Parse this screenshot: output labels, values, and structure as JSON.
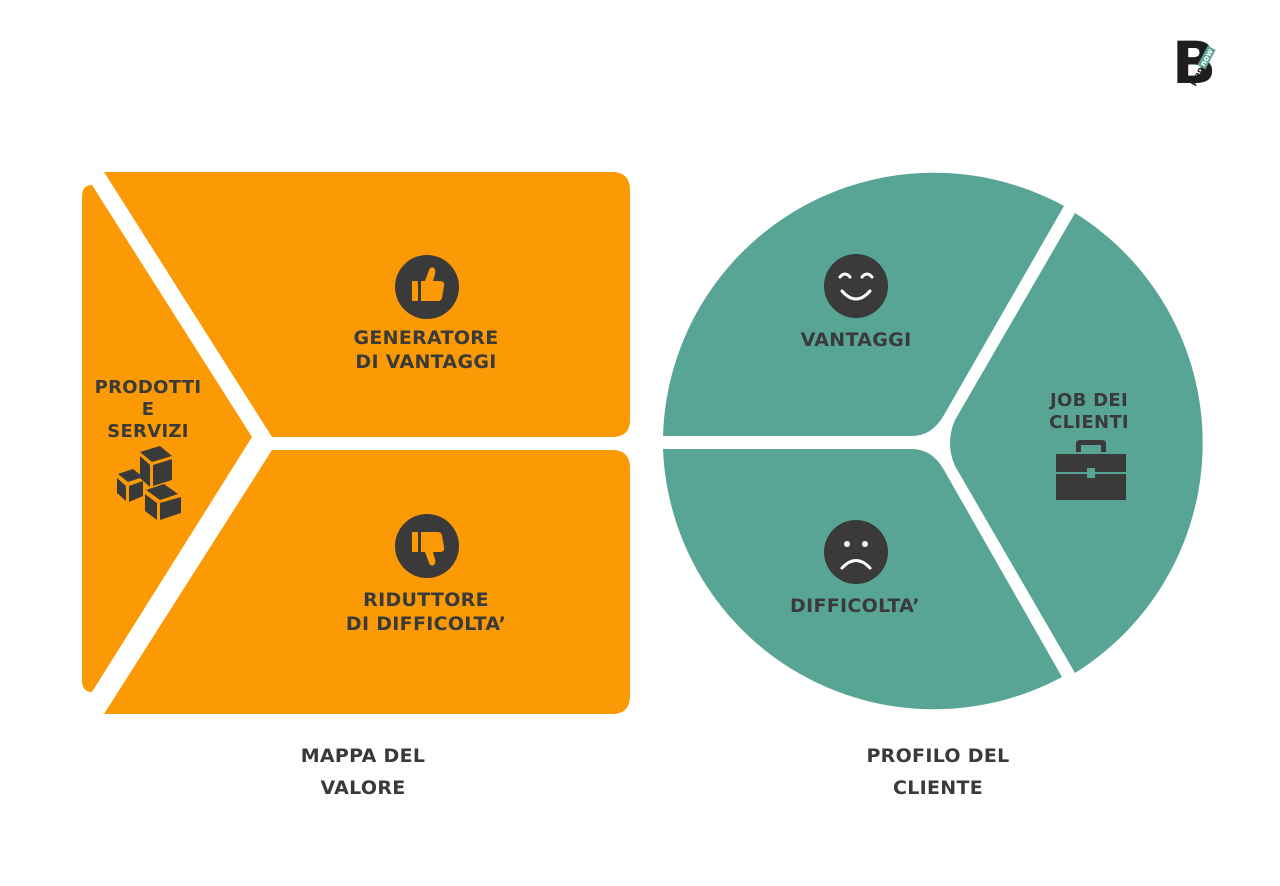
{
  "brand": {
    "letter": "B",
    "tag_part1": "plan",
    "tag_part2": "now",
    "accent_color": "#5fa596"
  },
  "value_map": {
    "caption": "MAPPA DEL\nVALORE",
    "color": "#fb9a04",
    "products": {
      "label": "PRODOTTI\nE\nSERVIZI",
      "icon": "boxes-icon"
    },
    "gain_creators": {
      "label": "GENERATORE\nDI VANTAGGI",
      "icon": "thumbs-up-icon"
    },
    "pain_relievers": {
      "label": "RIDUTTORE\nDI DIFFICOLTA’",
      "icon": "thumbs-down-icon"
    }
  },
  "customer_profile": {
    "caption": "PROFILO DEL\nCLIENTE",
    "color": "#58a596",
    "gains": {
      "label": "VANTAGGI",
      "icon": "smile-icon"
    },
    "jobs": {
      "label": "JOB DEI\nCLIENTI",
      "icon": "briefcase-icon"
    },
    "pains": {
      "label": "DIFFICOLTA’",
      "icon": "frown-icon"
    }
  },
  "icon_color": "#3a3a3a"
}
